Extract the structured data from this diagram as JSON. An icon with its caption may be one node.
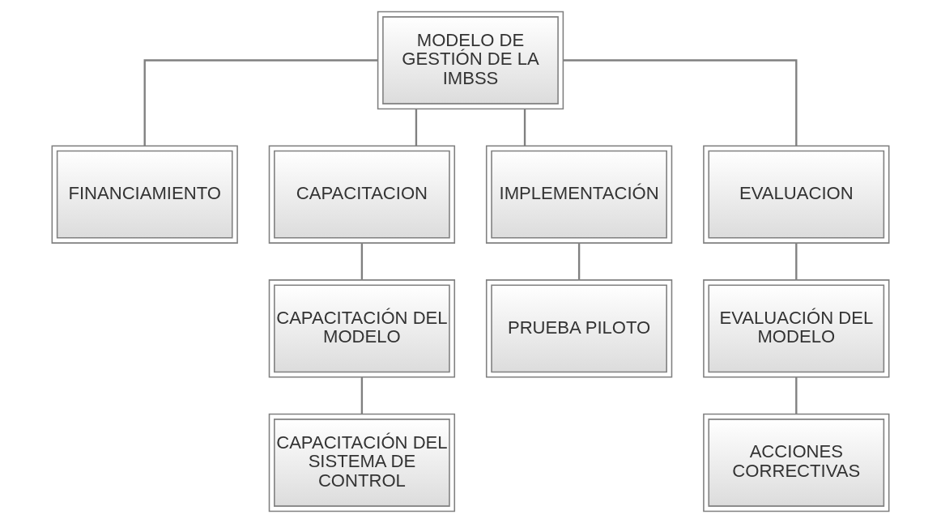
{
  "diagram": {
    "nodes": [
      {
        "text": [
          "MODELO DE GESTIÓN DE LA IMBSS"
        ]
      },
      {
        "text": [
          "FINANCIAMIENTO"
        ]
      },
      {
        "text": [
          "CAPACITACION"
        ]
      },
      {
        "text": [
          "IMPLEMENTACIÓN"
        ]
      },
      {
        "text": [
          "EVALUACION"
        ]
      },
      {
        "text": [
          "CAPACITACIÓN DEL MODELO"
        ]
      },
      {
        "text": [
          "CAPACITACIÓN DEL SISTEMA DE CONTROL"
        ]
      },
      {
        "text": [
          "PRUEBA PILOTO"
        ]
      },
      {
        "text": [
          "EVALUACIÓN DEL MODELO"
        ]
      },
      {
        "text": [
          "ACCIONES CORRECTIVAS"
        ]
      }
    ],
    "edges": [
      {
        "from": 0,
        "to": 1,
        "arrow": "none"
      },
      {
        "from": 0,
        "to": 2,
        "arrow": "none"
      },
      {
        "from": 0,
        "to": 3,
        "arrow": "none"
      },
      {
        "from": 0,
        "to": 4,
        "arrow": "none"
      },
      {
        "from": 2,
        "to": 5,
        "arrow": "none"
      },
      {
        "from": 5,
        "to": 6,
        "arrow": "none"
      },
      {
        "from": 3,
        "to": 7,
        "arrow": "none"
      },
      {
        "from": 4,
        "to": 8,
        "arrow": "none"
      },
      {
        "from": 8,
        "to": 9,
        "arrow": "none"
      }
    ]
  }
}
